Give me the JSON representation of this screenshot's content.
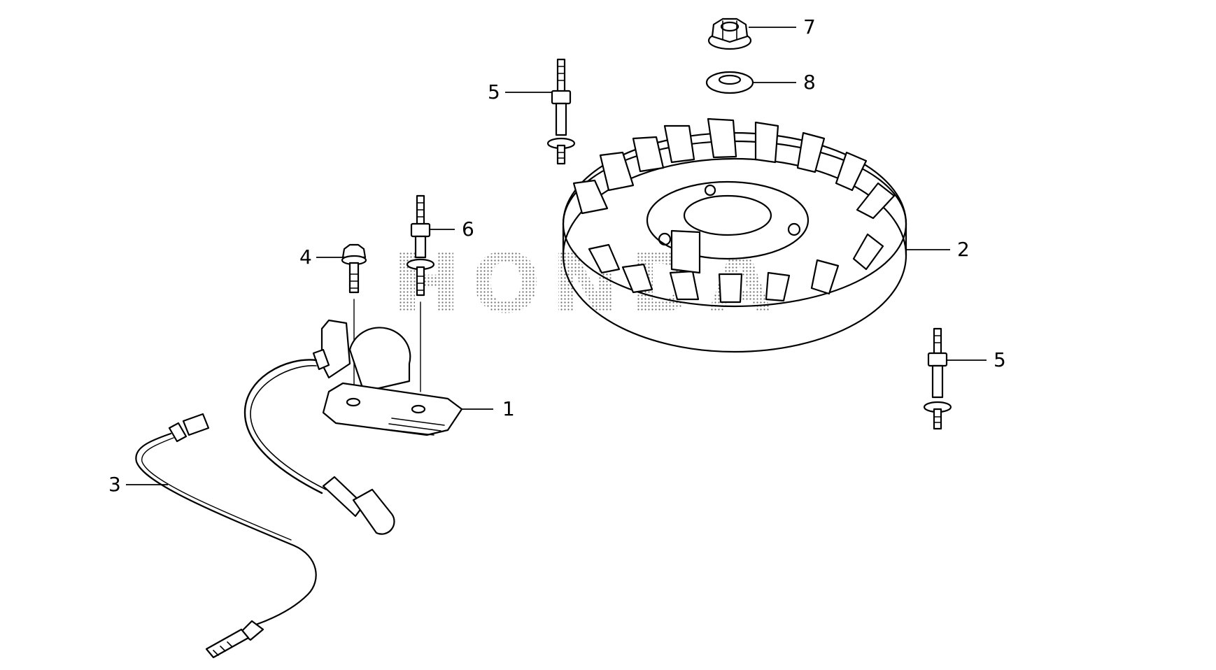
{
  "watermark": "HONDA",
  "callouts": {
    "c1": "1",
    "c2": "2",
    "c3": "3",
    "c4": "4",
    "c5a": "5",
    "c5b": "5",
    "c6": "6",
    "c7": "7",
    "c8": "8"
  }
}
